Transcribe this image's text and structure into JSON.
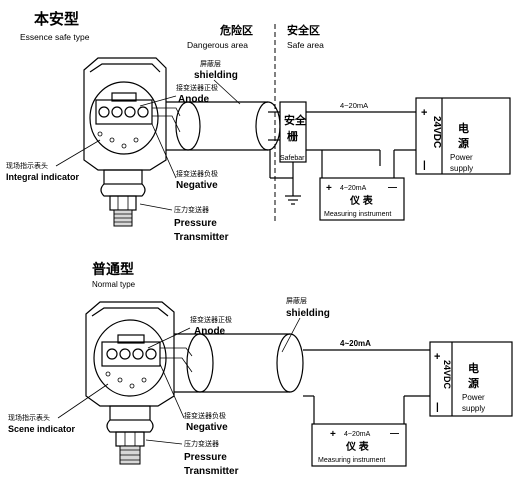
{
  "top": {
    "title_cn": "本安型",
    "title_en": "Essence safe type",
    "danger_cn": "危险区",
    "danger_en": "Dangerous area",
    "safe_cn": "安全区",
    "safe_en": "Safe area",
    "shield_cn": "屏蔽层",
    "shield_en": "shielding",
    "anode_cn": "接变送器正极",
    "anode_en": "Anode",
    "negative_cn": "接变送器负极",
    "negative_en": "Negative",
    "indicator_cn": "现场指示表头",
    "indicator_en": "Integral indicator",
    "transmitter_cn": "压力变送器",
    "transmitter_en1": "Pressure",
    "transmitter_en2": "Transmitter",
    "current": "4~20mA",
    "safebar_cn1": "安全",
    "safebar_cn2": "栅",
    "safebar_en": "Safebar",
    "power_cn1": "电",
    "power_cn2": "源",
    "power_en1": "Power",
    "power_en2": "supply",
    "power_voltage": "24VDC",
    "plus": "+",
    "minus": "—",
    "minus_short": "|",
    "meter_current": "4~20mA",
    "meter_cn": "仪 表",
    "meter_en": "Measuring instrument"
  },
  "bottom": {
    "title_cn": "普通型",
    "title_en": "Normal type",
    "shield_cn": "屏蔽层",
    "shield_en": "shielding",
    "anode_cn": "接变送器正极",
    "anode_en": "Anode",
    "negative_cn": "接变送器负极",
    "negative_en": "Negative",
    "indicator_cn": "现场指示表头",
    "indicator_en": "Scene indicator",
    "transmitter_cn": "压力变送器",
    "transmitter_en1": "Pressure",
    "transmitter_en2": "Transmitter",
    "current": "4~20mA",
    "power_cn1": "电",
    "power_cn2": "源",
    "power_en1": "Power",
    "power_en2": "supply",
    "power_voltage": "24VDC",
    "plus": "+",
    "minus": "—",
    "minus_short": "|",
    "meter_current": "4~20mA",
    "meter_cn": "仪 表",
    "meter_en": "Measuring instrument"
  }
}
